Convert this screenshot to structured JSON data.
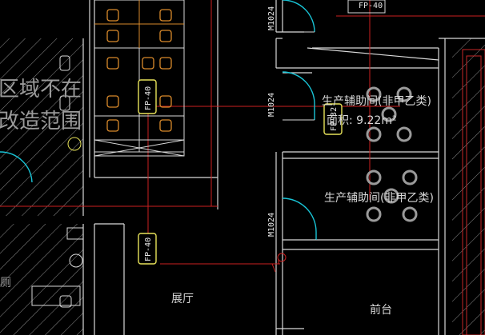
{
  "drawing": {
    "background": "#000000",
    "colors": {
      "wall": "#d9d9d9",
      "grid": "#cc1f1f",
      "door": "#19c4d6",
      "furniture": "#d98a2b",
      "equipment_frame": "#e8e35a",
      "hatch": "#8d8d8d"
    }
  },
  "labels": {
    "left_note_line1": "区域不在",
    "left_note_line2": "改造范围",
    "left_fragment": "厕",
    "hall": "展厅",
    "reception": "前台",
    "room1_name": "生产辅助间(非甲乙类)",
    "room1_area": "面积: 9.22m²",
    "room2_name": "生产辅助间(非甲乙类)"
  },
  "door_tags": [
    "M1024",
    "M1024",
    "M1024"
  ],
  "equipment_tags": [
    "FP-40",
    "FP-40",
    "FP-32",
    "FP-40"
  ]
}
